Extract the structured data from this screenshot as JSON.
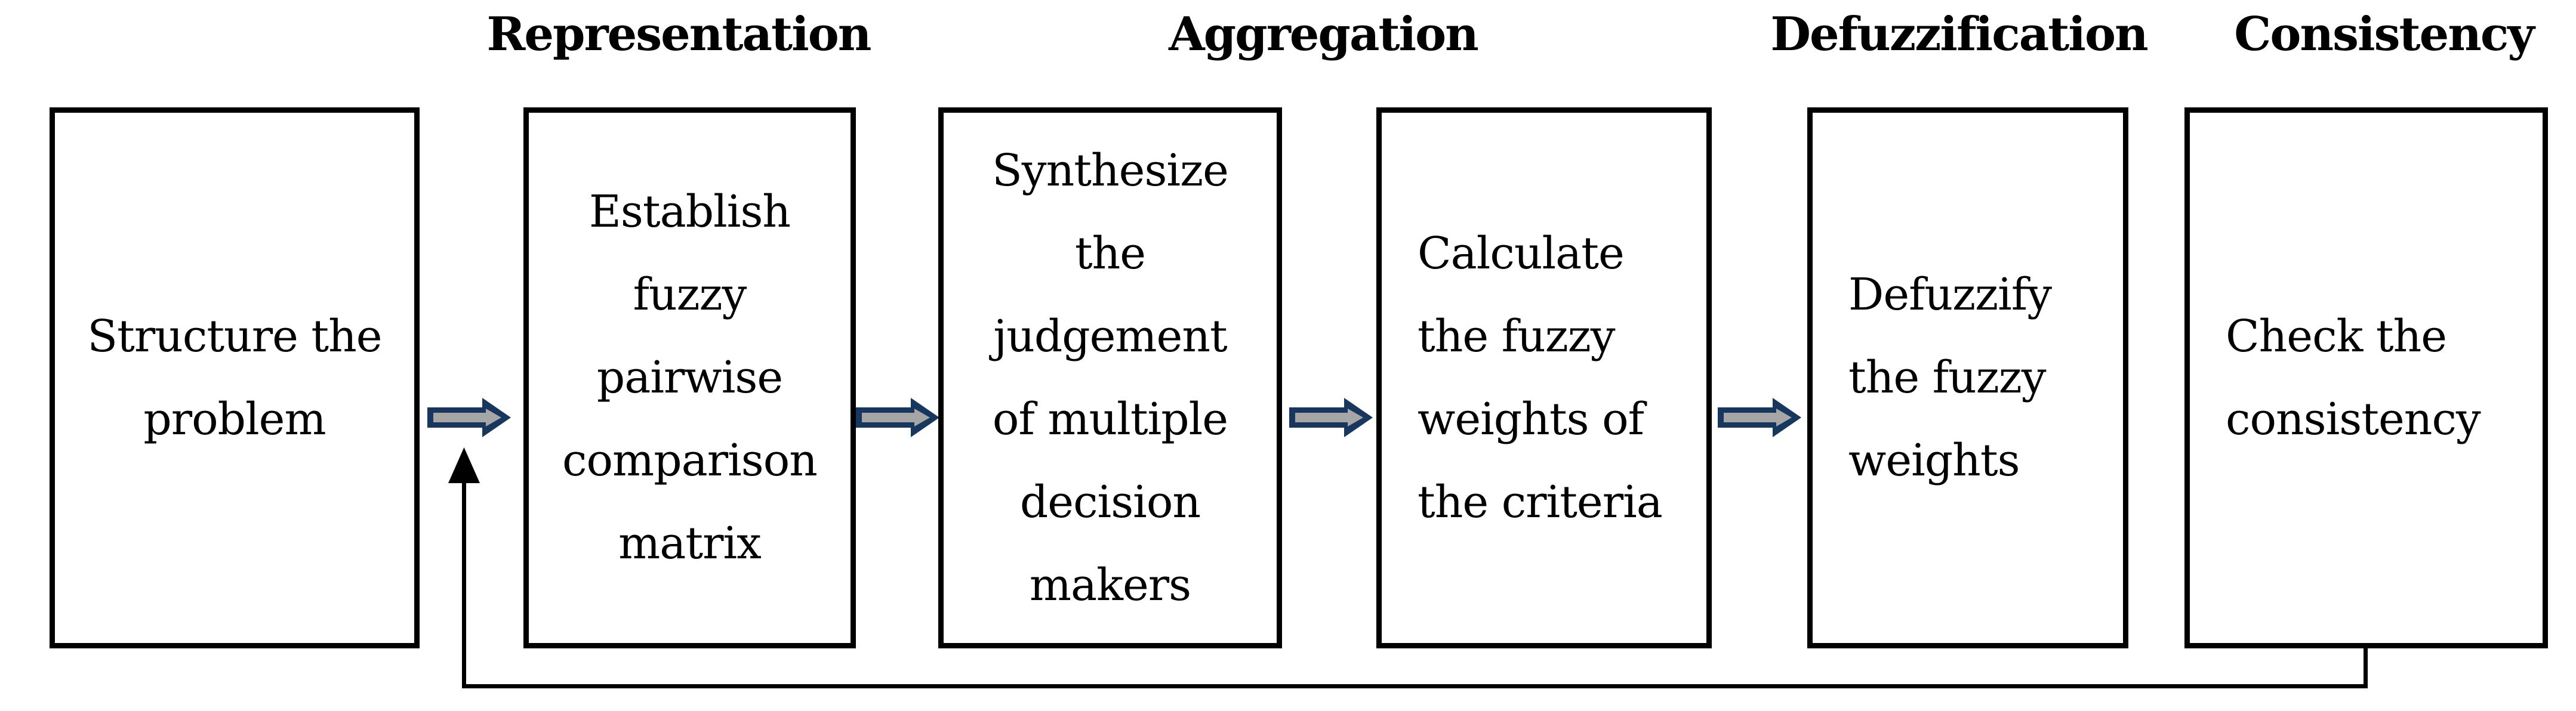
{
  "figure": {
    "type": "flowchart",
    "background": "#FFFFFF",
    "colors": {
      "box_border": "#000000",
      "text": "#000000",
      "phase_label_text": "#000000",
      "flow_arrow_outline": "#17375E",
      "flow_arrow_fill": "#A6A6A6",
      "feedback_line": "#000000"
    },
    "phase_labels": [
      "Representation",
      "Aggregation",
      "Defuzzification",
      "Consistency"
    ],
    "steps": [
      {
        "name": "structure-the-problem",
        "lines": [
          "Structure the",
          "problem"
        ]
      },
      {
        "name": "establish-fuzzy-pairwise-comparison-matrix",
        "lines": [
          "Establish",
          "fuzzy",
          "pairwise",
          "comparison",
          "matrix"
        ]
      },
      {
        "name": "synthesize-judgement-of-multiple-decision-makers",
        "lines": [
          "Synthesize",
          "the",
          "judgement",
          "of multiple",
          "decision",
          "makers"
        ]
      },
      {
        "name": "calculate-fuzzy-weights-of-criteria",
        "lines": [
          "Calculate",
          "the fuzzy",
          "weights of",
          "the criteria"
        ]
      },
      {
        "name": "defuzzify-the-fuzzy-weights",
        "lines": [
          "Defuzzify",
          "the fuzzy",
          "weights"
        ]
      },
      {
        "name": "check-the-consistency",
        "lines": [
          "Check the",
          "consistency"
        ]
      }
    ]
  }
}
